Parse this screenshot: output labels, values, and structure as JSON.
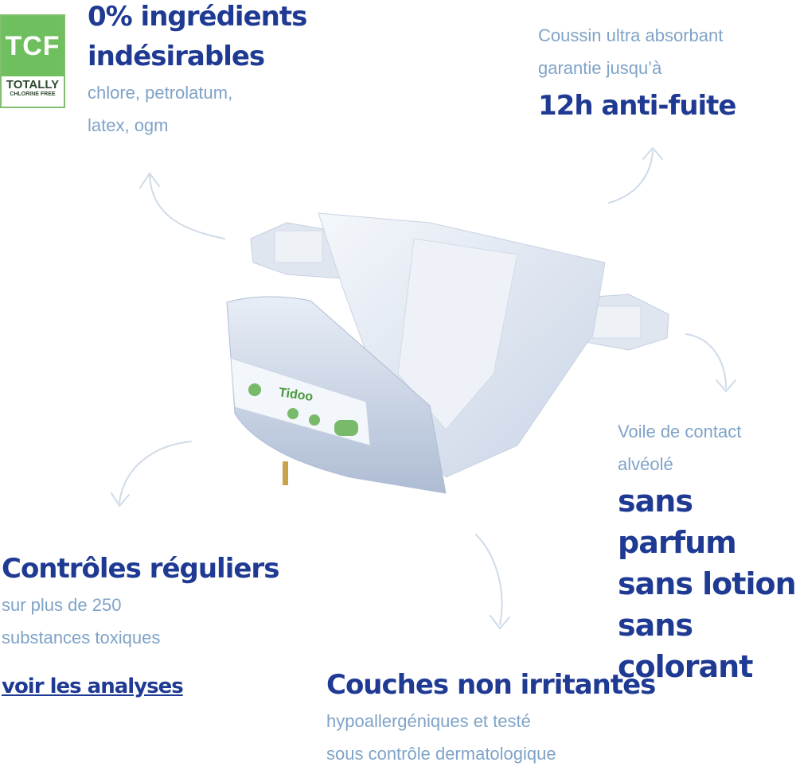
{
  "badge": {
    "top": "TCF",
    "middle": "TOTALLY",
    "bottom": "CHLORINE FREE"
  },
  "top_left": {
    "title_line1": "0% ingrédients",
    "title_line2": "indésirables",
    "desc_line1": "chlore, petrolatum,",
    "desc_line2": "latex, ogm"
  },
  "top_right": {
    "desc_line1": "Coussin ultra absorbant",
    "desc_line2": "garantie jusqu’à",
    "title": "12h anti-fuite"
  },
  "right": {
    "desc_line1": "Voile de contact",
    "desc_line2": "alvéolé",
    "title_line1": "sans parfum",
    "title_line2": "sans lotion",
    "title_line3": "sans colorant"
  },
  "bottom_left": {
    "title": "Contrôles réguliers",
    "desc_line1": "sur plus de 250",
    "desc_line2": "substances toxiques",
    "link": "voir les analyses"
  },
  "bottom": {
    "title": "Couches non irritantes",
    "desc_line1": "hypoallergéniques et testé",
    "desc_line2": "sous contrôle dermatologique"
  },
  "product": {
    "brand": "Tidoo"
  },
  "colors": {
    "navy": "#1f3a93",
    "light_blue": "#7fa3c8",
    "green": "#6fbf5e"
  }
}
